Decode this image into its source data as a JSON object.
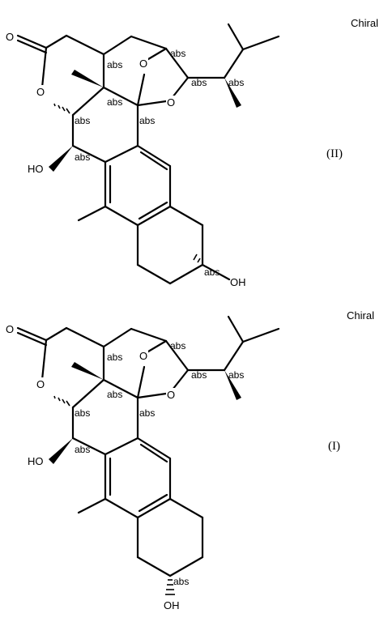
{
  "structures": [
    {
      "compound_label": "(II)",
      "chiral_label": "Chiral",
      "atom_labels": {
        "ketone_o": "O",
        "ring_o": "O",
        "bridge_o1": "O",
        "bridge_o2": "O",
        "hydroxyl_left": "HO",
        "hydroxyl_right": "OH"
      },
      "stereo_label": "abs"
    },
    {
      "compound_label": "(I)",
      "chiral_label": "Chiral",
      "atom_labels": {
        "ketone_o": "O",
        "ring_o": "O",
        "bridge_o1": "O",
        "bridge_o2": "O",
        "hydroxyl_left": "HO",
        "hydroxyl_bottom": "OH"
      },
      "stereo_label": "abs"
    }
  ]
}
